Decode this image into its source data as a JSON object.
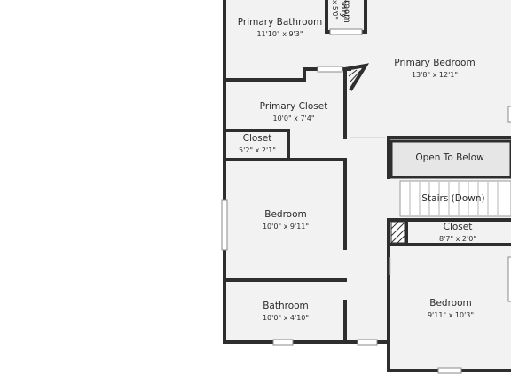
{
  "rooms": {
    "primary_bathroom": {
      "name": "Primary Bathroom",
      "dim": "11'10\" x 9'3\""
    },
    "powder": {
      "name": "nary",
      "sub": "room",
      "dim": "x 5'0\""
    },
    "primary_bedroom": {
      "name": "Primary Bedroom",
      "dim": "13'8\" x 12'1\""
    },
    "primary_closet": {
      "name": "Primary Closet",
      "dim": "10'0\" x 7'4\""
    },
    "closet_left": {
      "name": "Closet",
      "dim": "5'2\" x 2'1\""
    },
    "open_to_below": {
      "name": "Open To Below"
    },
    "stairs": {
      "name": "Stairs (Down)"
    },
    "bedroom_left": {
      "name": "Bedroom",
      "dim": "10'0\" x 9'11\""
    },
    "closet_right": {
      "name": "Closet",
      "dim": "8'7\" x 2'0\""
    },
    "bathroom": {
      "name": "Bathroom",
      "dim": "10'0\" x 4'10\""
    },
    "bedroom_right": {
      "name": "Bedroom",
      "dim": "9'11\" x 10'3\""
    }
  },
  "colors": {
    "wall": "#2e2e2e",
    "floor": "#f2f2f2",
    "shaded": "#e4e4e4",
    "window": "#ffffff",
    "text": "#2b2b2b"
  }
}
